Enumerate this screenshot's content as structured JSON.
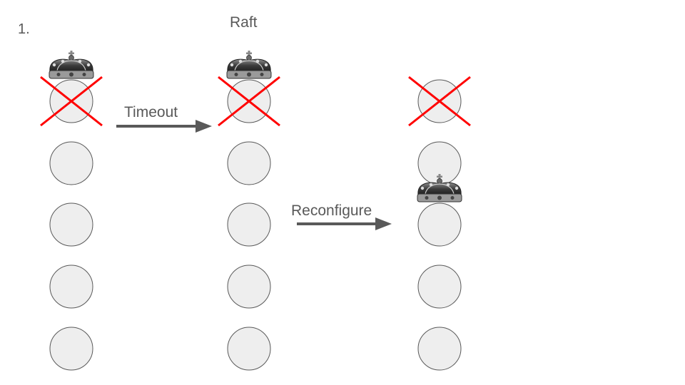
{
  "slide": {
    "number": "1.",
    "title": "Raft"
  },
  "transitions": {
    "timeout_label": "Timeout",
    "reconfigure_label": "Reconfigure"
  },
  "colors": {
    "node_fill": "#eeeeee",
    "node_stroke": "#595959",
    "cross": "#ff0000",
    "arrow": "#595959",
    "text": "#595959"
  },
  "icons": {
    "leader": "crown-icon",
    "failed": "red-cross-icon"
  },
  "clusters": [
    {
      "name": "initial",
      "nodes": [
        {
          "leader": true,
          "failed": true
        },
        {
          "leader": false,
          "failed": false
        },
        {
          "leader": false,
          "failed": false
        },
        {
          "leader": false,
          "failed": false
        },
        {
          "leader": false,
          "failed": false
        }
      ]
    },
    {
      "name": "after-timeout",
      "nodes": [
        {
          "leader": true,
          "failed": true
        },
        {
          "leader": false,
          "failed": false
        },
        {
          "leader": false,
          "failed": false
        },
        {
          "leader": false,
          "failed": false
        },
        {
          "leader": false,
          "failed": false
        }
      ]
    },
    {
      "name": "after-reconfigure",
      "nodes": [
        {
          "leader": false,
          "failed": true
        },
        {
          "leader": false,
          "failed": false
        },
        {
          "leader": true,
          "failed": false
        },
        {
          "leader": false,
          "failed": false
        },
        {
          "leader": false,
          "failed": false
        }
      ]
    }
  ]
}
